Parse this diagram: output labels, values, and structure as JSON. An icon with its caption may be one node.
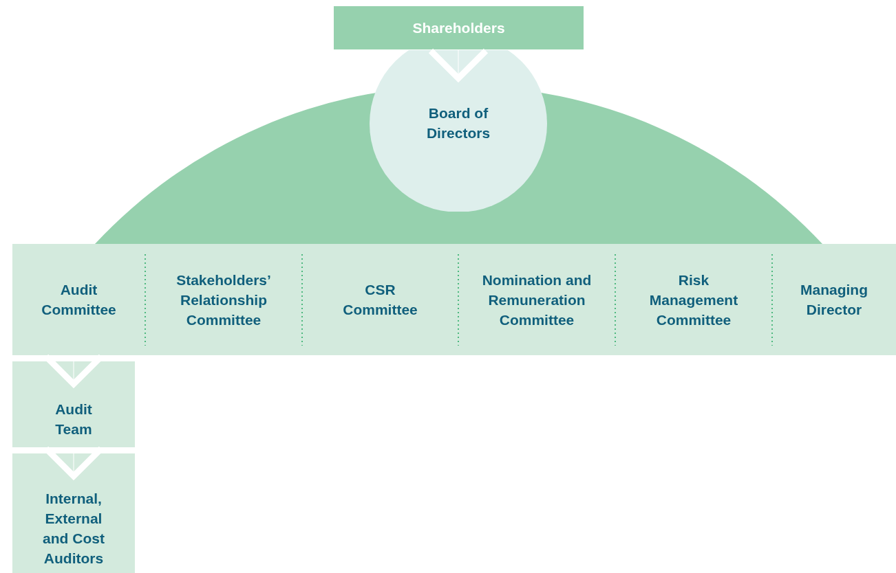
{
  "diagram": {
    "nodes": [
      {
        "text": [
          "Shareholders"
        ]
      },
      {
        "text": [
          "Board of Directors"
        ]
      },
      {
        "text": [
          "Audit Committee"
        ]
      },
      {
        "text": [
          "Stakeholders’ Relationship Committee"
        ]
      },
      {
        "text": [
          "CSR Committee"
        ]
      },
      {
        "text": [
          "Nomination and Remuneration Committee"
        ]
      },
      {
        "text": [
          "Risk Management Committee"
        ]
      },
      {
        "text": [
          "Managing Director"
        ]
      },
      {
        "text": [
          "Audit Team"
        ]
      },
      {
        "text": [
          "Internal, External and Cost Auditors"
        ]
      }
    ],
    "edges": [
      {
        "from": 0,
        "to": 1,
        "arrow": "to"
      },
      {
        "from": 2,
        "to": 8,
        "arrow": "to"
      },
      {
        "from": 8,
        "to": 9,
        "arrow": "to"
      }
    ]
  }
}
